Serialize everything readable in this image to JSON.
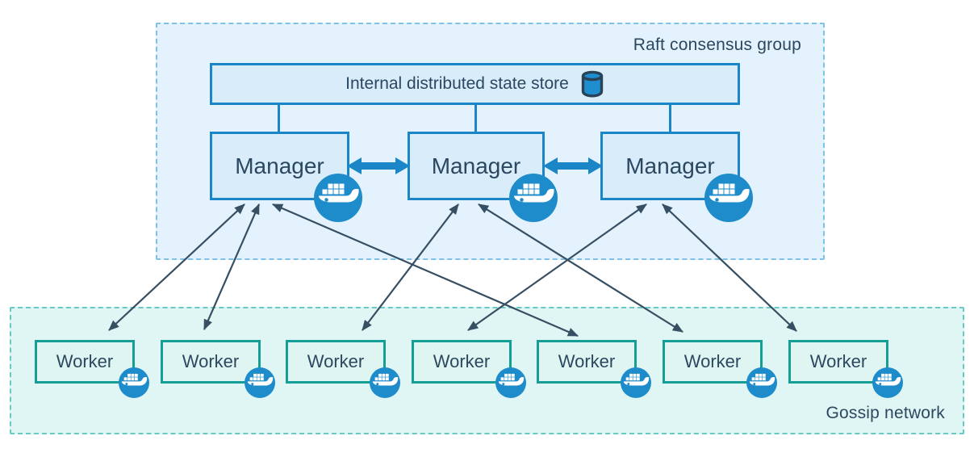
{
  "diagram": {
    "title_hint": "Docker swarm mode architecture",
    "raft_group": {
      "label": "Raft consensus group",
      "state_store": {
        "label": "Internal distributed state store",
        "icon": "database-cylinder-icon"
      },
      "managers": [
        {
          "id": "manager-1",
          "label": "Manager",
          "badge_icon": "docker-whale-icon"
        },
        {
          "id": "manager-2",
          "label": "Manager",
          "badge_icon": "docker-whale-icon"
        },
        {
          "id": "manager-3",
          "label": "Manager",
          "badge_icon": "docker-whale-icon"
        }
      ],
      "manager_peer_links": [
        {
          "from": "manager-1",
          "to": "manager-2",
          "style": "thick-double-arrow"
        },
        {
          "from": "manager-2",
          "to": "manager-3",
          "style": "thick-double-arrow"
        }
      ]
    },
    "gossip_group": {
      "label": "Gossip network",
      "workers": [
        {
          "id": "worker-1",
          "label": "Worker",
          "badge_icon": "docker-whale-icon"
        },
        {
          "id": "worker-2",
          "label": "Worker",
          "badge_icon": "docker-whale-icon"
        },
        {
          "id": "worker-3",
          "label": "Worker",
          "badge_icon": "docker-whale-icon"
        },
        {
          "id": "worker-4",
          "label": "Worker",
          "badge_icon": "docker-whale-icon"
        },
        {
          "id": "worker-5",
          "label": "Worker",
          "badge_icon": "docker-whale-icon"
        },
        {
          "id": "worker-6",
          "label": "Worker",
          "badge_icon": "docker-whale-icon"
        },
        {
          "id": "worker-7",
          "label": "Worker",
          "badge_icon": "docker-whale-icon"
        }
      ]
    },
    "manager_worker_links": [
      {
        "from": "manager-1",
        "to": "worker-1",
        "style": "thin-double-arrow"
      },
      {
        "from": "manager-1",
        "to": "worker-2",
        "style": "thin-double-arrow"
      },
      {
        "from": "manager-1",
        "to": "worker-5",
        "style": "thin-double-arrow"
      },
      {
        "from": "manager-2",
        "to": "worker-3",
        "style": "thin-double-arrow"
      },
      {
        "from": "manager-2",
        "to": "worker-6",
        "style": "thin-double-arrow"
      },
      {
        "from": "manager-3",
        "to": "worker-4",
        "style": "thin-double-arrow"
      },
      {
        "from": "manager-3",
        "to": "worker-7",
        "style": "thin-double-arrow"
      }
    ],
    "colors": {
      "blue_border": "#1a86c8",
      "blue_fill": "#d8ecfa",
      "raft_fill": "#e3f2fd",
      "raft_dash": "#7fc2e5",
      "teal_border": "#149e96",
      "worker_fill": "#def5f2",
      "gossip_fill": "#e0f6f4",
      "gossip_dash": "#69cac4",
      "whale_badge": "#1e8bca",
      "text": "#2b4860",
      "thin_arrow": "#374f63"
    }
  }
}
